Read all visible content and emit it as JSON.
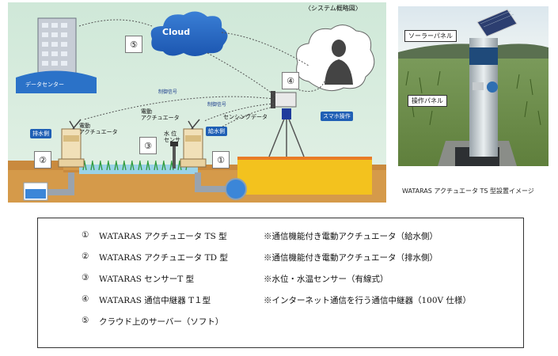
{
  "diagram": {
    "title": "〈システム概略図〉",
    "cloud_label": "Cloud",
    "data_center_label": "データセンター",
    "smartphone_label": "スマホ操作",
    "control_signal_left": "制御信号",
    "control_signal_right": "制御信号",
    "sensing_data": "センシングデータ",
    "drain_side": "排水側",
    "supply_side": "給水側",
    "actuator_left": "電動\nアクチュエータ",
    "actuator_right": "電動\nアクチュエータ",
    "water_level_sensor": "水 位\nセンサ",
    "markers": [
      "①",
      "②",
      "③",
      "④",
      "⑤"
    ]
  },
  "photo": {
    "solar_panel_label": "ソーラーパネル",
    "operation_panel_label": "操作パネル",
    "caption": "WATARAS アクチュエータ TS 型設置イメージ"
  },
  "legend": [
    {
      "num": "①",
      "name": "WATARAS アクチュエータ TS 型",
      "note": "※通信機能付き電動アクチュエータ（給水側）"
    },
    {
      "num": "②",
      "name": "WATARAS アクチュエータ TD 型",
      "note": "※通信機能付き電動アクチュエータ（排水側）"
    },
    {
      "num": "③",
      "name": "WATARAS センサーT 型",
      "note": "※水位・水温センサー（有線式）"
    },
    {
      "num": "④",
      "name": "WATARAS 通信中継器 T１型",
      "note": "※インターネット通信を行う通信中継器（100V 仕様）"
    },
    {
      "num": "⑤",
      "name": "クラウド上のサーバー（ソフト）",
      "note": ""
    }
  ]
}
